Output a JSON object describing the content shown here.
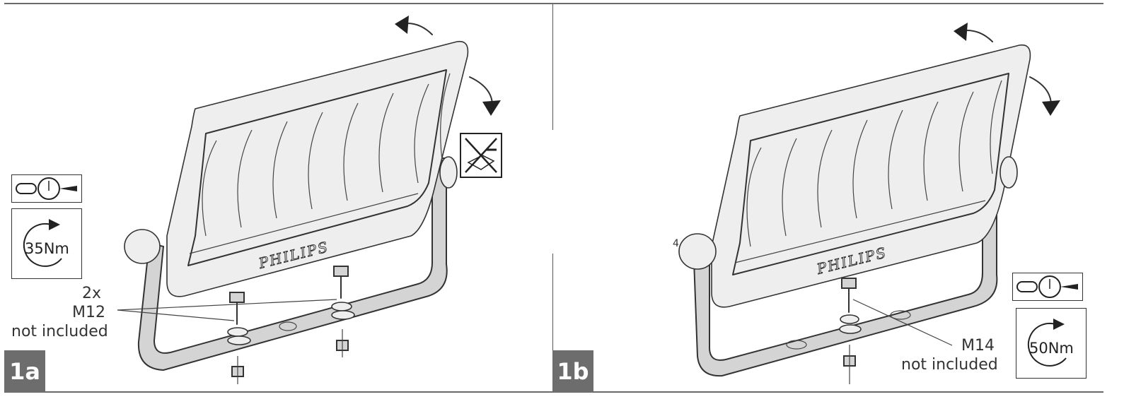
{
  "panels": [
    {
      "step": "1a",
      "bolt_label_qty": "2x",
      "bolt_label_size": "M12",
      "bolt_label_note": "not included",
      "torque_value": "35Nm",
      "brand": "PHILIPS"
    },
    {
      "step": "1b",
      "bolt_label_size": "M14",
      "bolt_label_note": "not included",
      "torque_value": "50Nm",
      "brand": "PHILIPS",
      "side_mark": "4"
    }
  ],
  "icons": {
    "torque_wrench": "torque-wrench-icon",
    "rotate_clockwise": "rotate-clockwise-icon",
    "no_tilt_warning": "no-tilt-warning-icon",
    "tilt_arrows": "tilt-arrows-icon"
  },
  "colors": {
    "badge": "#6d6d6d",
    "line": "#333333",
    "bracket": "#d4d4d4"
  }
}
